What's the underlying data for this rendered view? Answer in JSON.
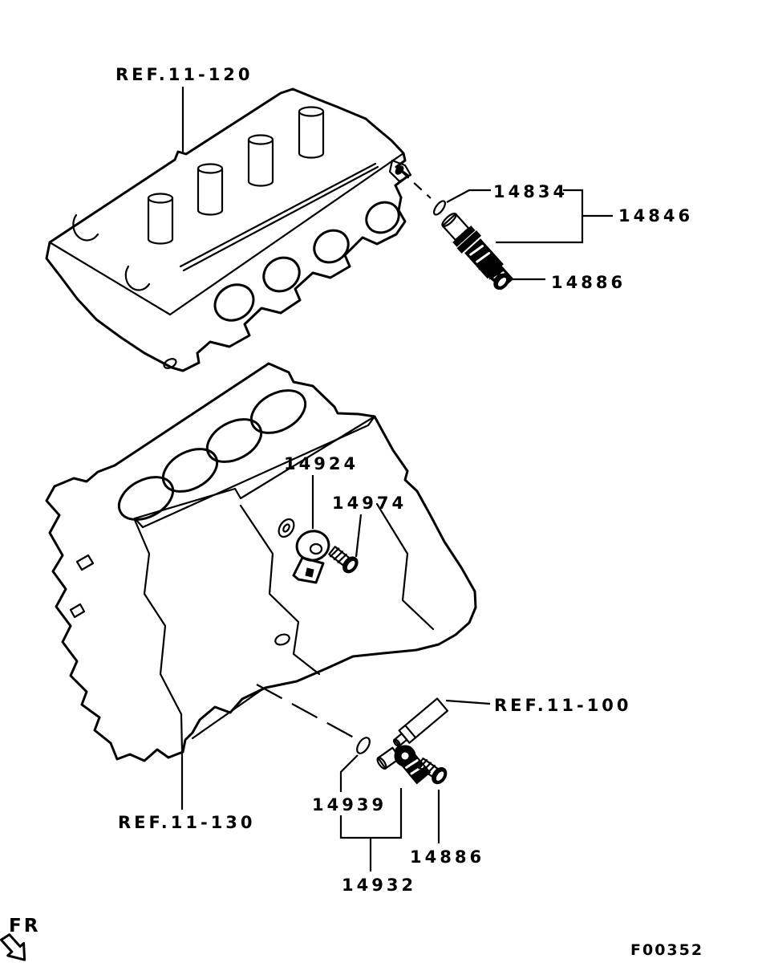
{
  "diagram": {
    "figure_code": "F00352",
    "front_marker": "FR",
    "refs": {
      "cylinder_head": "REF.11-120",
      "timing_case": "REF.11-100",
      "oil_pan": "REF.11-130"
    },
    "parts": {
      "oring_cam": "14834",
      "cam_sensor_assy": "14846",
      "bolt_top": "14886",
      "knock_sensor": "14924",
      "knock_sensor_bolt": "14974",
      "oring_crank": "14939",
      "crank_sensor_assy": "14932",
      "bolt_bottom": "14886"
    },
    "colors": {
      "line": "#000000",
      "background": "#ffffff"
    }
  }
}
